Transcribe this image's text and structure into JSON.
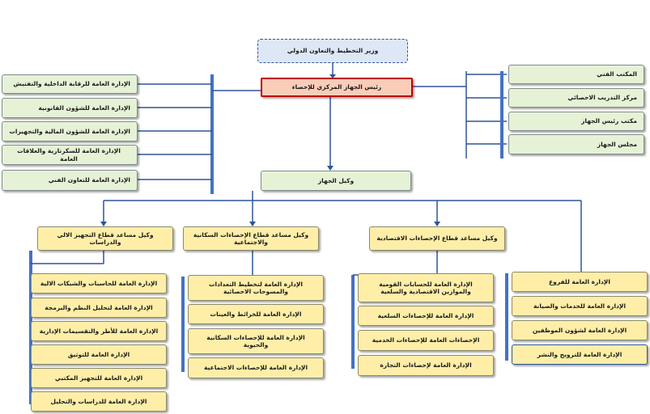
{
  "minister": "وزير التخطيط والتعاون الدولي",
  "president": "رئيس الجهاز المركزي للإحصاء",
  "left_units": [
    "الإدارة العامة للرقابة الداخلية والتفتيش",
    "الإدارة العامة للشؤون القانونية",
    "الإدارة العامة للشؤون المالية والتجهيزات",
    "الإدارة العامة للسكرتارية والعلاقات العامة",
    "الإدارة العامة للتعاون الفني"
  ],
  "right_units": [
    "المكتب الفني",
    "مركز التدريب الاحصائي",
    "مكتب رئيس الجهاز",
    "مجلس الجهاز"
  ],
  "deputy": "وكيل الجهاز",
  "sector_it": {
    "title": "وكيل مساعد قطاع التجهيز الالي والدراسات",
    "departments": [
      "الإدارة العامة للحاسبات والشبكات الالية",
      "الإدارة العامة لتحليل النظم والبرمجة",
      "الإدارة العامة للأطر والتقسيمات الإدارية",
      "الإدارة العامة للتوثيق",
      "الإدارة العامة للتجهيز المكتبي",
      "الإدارة العامة للدراسات والتحليل"
    ]
  },
  "sector_population": {
    "title": "وكيل مساعد قطاع الإحصاءات السكانية والاجتماعية",
    "departments": [
      "الإدارة العامة لتخطيط التعدادات والمسوحات الاحصائية",
      "الإدارة العامة للخرائط والعينات",
      "الإدارة العامة للإحصاءات السكانية والحيوية",
      "الإدارة العامة للإحصاءات الاجتماعية"
    ]
  },
  "sector_economic": {
    "title": "وكيل مساعد قطاع الإحصاءات الاقتصادية",
    "departments": [
      "الإدارة العامة للحسابات القومية والموازين الاقتصادية والسلعية",
      "الإدارة العامة للإحصاءات السلعية",
      "الإحصاءات العامة للإحصاءات الخدمية",
      "الإدارة العامة لإحصاءات التجارة"
    ]
  },
  "deputy_direct": [
    "الإدارة العامة للفروع",
    "الإدارة العامة للخدمات والصيانة",
    "الإدارة العامة لشؤون الموظفين",
    "الإدارة العامة للترويج والنشر"
  ]
}
